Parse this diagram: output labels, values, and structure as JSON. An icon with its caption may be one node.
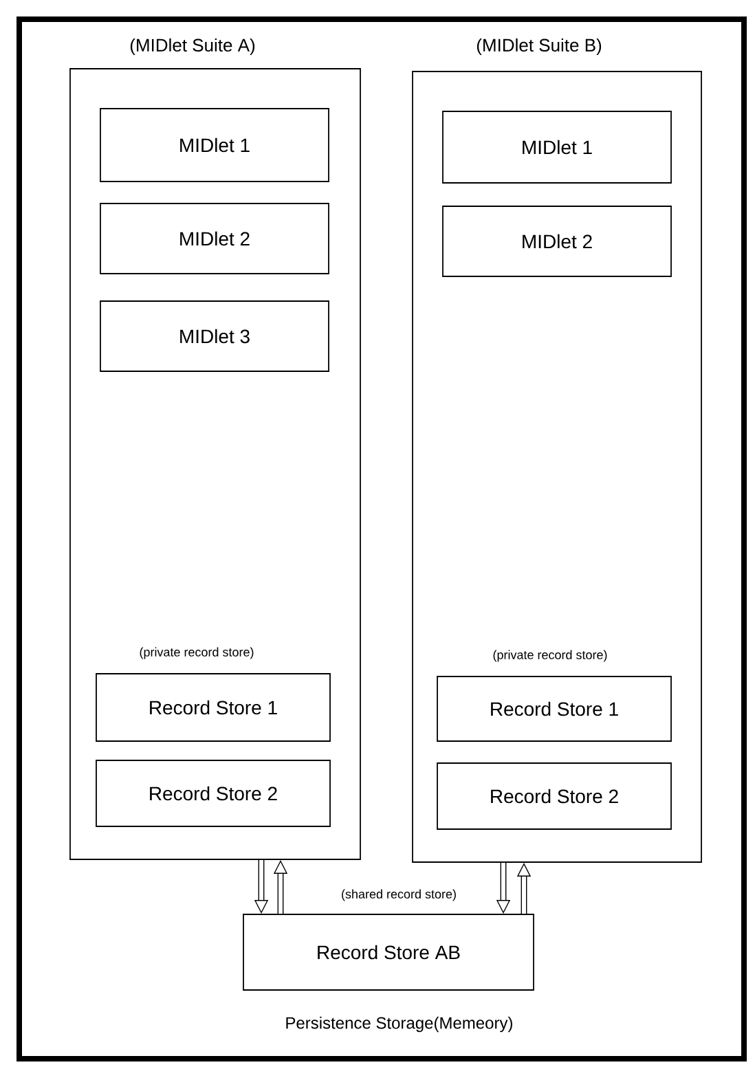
{
  "diagram": {
    "nodes": [
      {
        "text": [
          "Persistence Storage(Memeory)"
        ]
      },
      {
        "text": [
          "(MIDlet Suite A)"
        ],
        "in": 0
      },
      {
        "text": [
          "MIDlet 1"
        ],
        "in": 1
      },
      {
        "text": [
          "MIDlet 2"
        ],
        "in": 1
      },
      {
        "text": [
          "MIDlet 3"
        ],
        "in": 1
      },
      {
        "text": [
          "Record Store 1"
        ],
        "in": 1
      },
      {
        "text": [
          "Record Store 2"
        ],
        "in": 1
      },
      {
        "text": [
          "(MIDlet Suite B)"
        ],
        "in": 0
      },
      {
        "text": [
          "MIDlet 1"
        ],
        "in": 7
      },
      {
        "text": [
          "MIDlet 2"
        ],
        "in": 7
      },
      {
        "text": [
          "Record Store 1"
        ],
        "in": 7
      },
      {
        "text": [
          "Record Store 2"
        ],
        "in": 7
      },
      {
        "text": [
          "Record Store AB"
        ],
        "in": 0
      }
    ],
    "edges": [
      {
        "from": 1,
        "to": 12,
        "arrow": "to"
      },
      {
        "from": 12,
        "to": 1,
        "arrow": "to"
      },
      {
        "from": 7,
        "to": 12,
        "arrow": "to"
      },
      {
        "from": 12,
        "to": 7,
        "arrow": "to"
      }
    ],
    "labels": [
      "(private record store)",
      "(private record store)",
      "(shared record store)"
    ]
  }
}
